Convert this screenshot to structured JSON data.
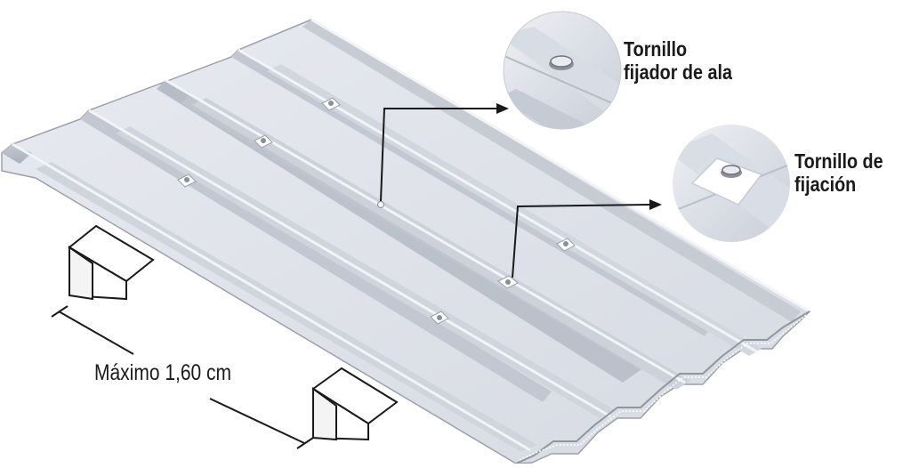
{
  "labels": {
    "wing_screw": [
      "Tornillo",
      "fijador de ala"
    ],
    "fixing_screw": [
      "Tornillo de",
      "fijación"
    ],
    "max_span": "Máximo 1,60 cm"
  },
  "colors": {
    "sheet_light": "#e2e5ec",
    "sheet_mid": "#ccd1da",
    "sheet_dark": "#b3b9c4",
    "edge": "#9aa1ad",
    "line": "#1a1a1a",
    "wood": "#ffffff"
  }
}
